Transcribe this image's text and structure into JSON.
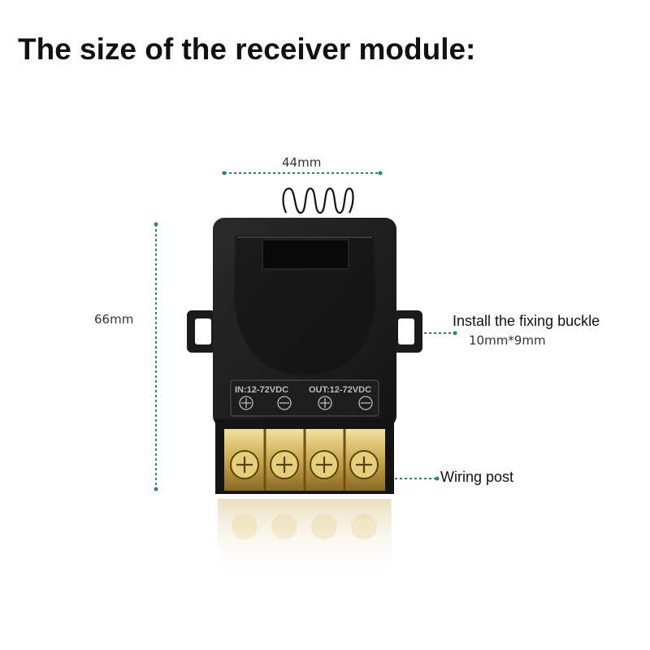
{
  "title": "The size of the receiver module:",
  "dimensions": {
    "width_label": "44mm",
    "height_label": "66mm"
  },
  "callouts": {
    "buckle_label": "Install the fixing buckle",
    "buckle_size": "10mm*9mm",
    "wiring_label": "Wiring post"
  },
  "terminals": {
    "in_label": "IN:12-72VDC",
    "out_label": "OUT:12-72VDC"
  },
  "colors": {
    "dimension_line": "#2e8b57",
    "body": "#1c1c1c",
    "brass": "#c9a84c"
  }
}
